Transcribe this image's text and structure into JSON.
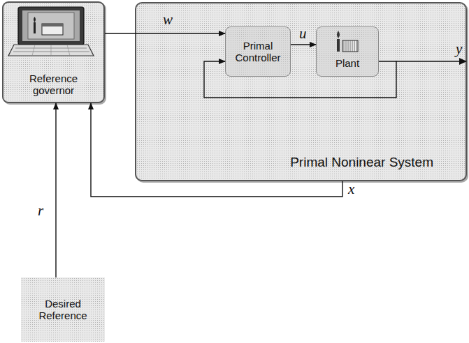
{
  "diagram": {
    "nodes": [
      {
        "text": [
          "Reference governor"
        ]
      },
      {
        "text": [
          "Primal Noninear System"
        ]
      },
      {
        "text": [
          "Primal Controller"
        ],
        "in": 1
      },
      {
        "text": [
          "Plant"
        ],
        "in": 1
      },
      {
        "text": [
          "Desired Reference"
        ]
      }
    ],
    "edges": [
      {
        "from": 0,
        "to": 2,
        "label": "w",
        "arrow": "to"
      },
      {
        "from": 2,
        "to": 3,
        "label": "u",
        "arrow": "to"
      },
      {
        "from": 3,
        "to": 2,
        "arrow": "to"
      },
      {
        "from": 1,
        "to": 0,
        "label": "x",
        "arrow": "to"
      },
      {
        "from": 4,
        "to": 0,
        "label": "r",
        "arrow": "to"
      }
    ],
    "labels": [
      "y"
    ]
  }
}
